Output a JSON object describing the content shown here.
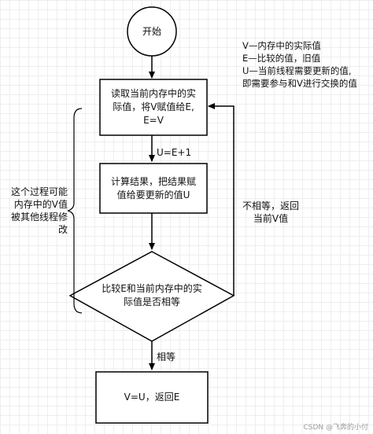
{
  "nodes": {
    "start": "开始",
    "read": "读取当前内存中的实\n际值，将V赋值给E,\nE=V",
    "compute": "计算结果，把结果赋\n值给要更新的值U",
    "compare": "比较E和当前内存中的实\n际值是否相等",
    "end": "V=U，返回E"
  },
  "edges": {
    "u_assign": "U=E+1",
    "equal": "相等",
    "not_equal": "不相等，返回\n当前V值"
  },
  "legend": {
    "v": "V—内存中的实际值",
    "e": "E—比较的值，旧值",
    "u1": "U—当前线程需要更新的值,",
    "u2": "即需要参与和V进行交换的值"
  },
  "side_note": "这个过程可能\n内存中的V值\n被其他线程修\n改",
  "watermark": "CSDN @飞奔的小付",
  "colors": {
    "stroke": "#000000",
    "text": "#111111",
    "background": "#ffffff",
    "grid": "#eeeeee"
  }
}
